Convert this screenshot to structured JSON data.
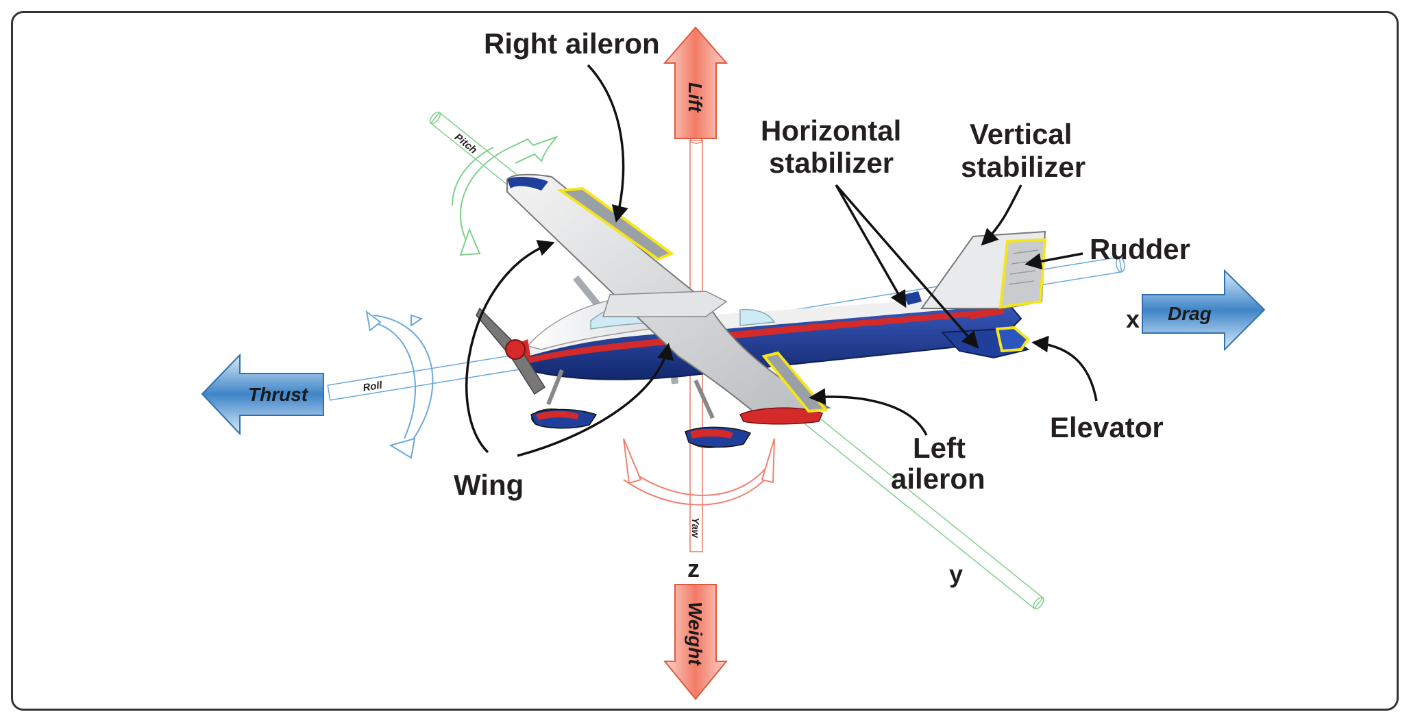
{
  "labels": {
    "right_aileron": "Right aileron",
    "horizontal_stabilizer_line1": "Horizontal",
    "horizontal_stabilizer_line2": "stabilizer",
    "vertical_stabilizer_line1": "Vertical",
    "vertical_stabilizer_line2": "stabilizer",
    "rudder": "Rudder",
    "elevator": "Elevator",
    "left_aileron_line1": "Left",
    "left_aileron_line2": "aileron",
    "wing": "Wing"
  },
  "forces": {
    "lift": "Lift",
    "weight": "Weight",
    "thrust": "Thrust",
    "drag": "Drag"
  },
  "axes": {
    "x": "x",
    "y": "y",
    "z": "z",
    "pitch": "Pitch",
    "roll": "Roll",
    "yaw": "Yaw"
  },
  "colors": {
    "lift_weight": "#f47c6b",
    "thrust_drag": "#3a7fc4",
    "pitch": "#7ed08a",
    "roll": "#6aa8dc",
    "yaw": "#f08070",
    "fuselage_blue": "#1f3f9a",
    "stripe_red": "#d42a2a",
    "highlight": "#f5e51b"
  }
}
